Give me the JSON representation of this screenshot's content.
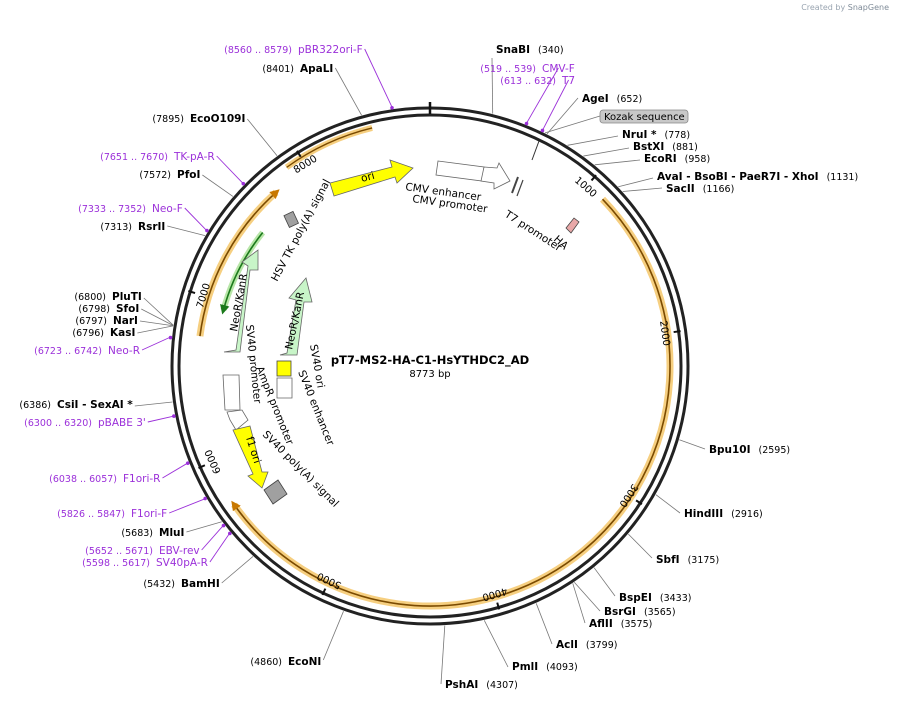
{
  "credit": {
    "prefix": "Created by",
    "brand": "SnapGene"
  },
  "plasmid": {
    "name": "pT7-MS2-HA-C1-HsYTHDC2_AD",
    "length_label": "8773 bp",
    "total_bp": 8773
  },
  "ruler_ticks": [
    "1000",
    "2000",
    "3000",
    "4000",
    "5000",
    "6000",
    "7000",
    "8000"
  ],
  "enzymes": [
    {
      "name": "SnaBI",
      "pos": "(340)"
    },
    {
      "name": "AgeI",
      "pos": "(652)"
    },
    {
      "name": "NruI *",
      "pos": "(778)"
    },
    {
      "name": "BstXI",
      "pos": "(881)"
    },
    {
      "name": "EcoRI",
      "pos": "(958)"
    },
    {
      "name": "AvaI - BsoBI - PaeR7I - XhoI",
      "pos": "(1131)"
    },
    {
      "name": "SacII",
      "pos": "(1166)"
    },
    {
      "name": "Bpu10I",
      "pos": "(2595)"
    },
    {
      "name": "HindIII",
      "pos": "(2916)"
    },
    {
      "name": "SbfI",
      "pos": "(3175)"
    },
    {
      "name": "BspEI",
      "pos": "(3433)"
    },
    {
      "name": "BsrGI",
      "pos": "(3565)"
    },
    {
      "name": "AflII",
      "pos": "(3575)"
    },
    {
      "name": "AclI",
      "pos": "(3799)"
    },
    {
      "name": "PmlI",
      "pos": "(4093)"
    },
    {
      "name": "PshAI",
      "pos": "(4307)"
    },
    {
      "name": "EcoNI",
      "pos": "(4860)"
    },
    {
      "name": "BamHI",
      "pos": "(5432)"
    },
    {
      "name": "MluI",
      "pos": "(5683)"
    },
    {
      "name": "CsiI - SexAI *",
      "pos": "(6386)"
    },
    {
      "name": "KasI",
      "pos": "(6796)"
    },
    {
      "name": "NarI",
      "pos": "(6797)"
    },
    {
      "name": "SfoI",
      "pos": "(6798)"
    },
    {
      "name": "PluTI",
      "pos": "(6800)"
    },
    {
      "name": "RsrII",
      "pos": "(7313)"
    },
    {
      "name": "PfoI",
      "pos": "(7572)"
    },
    {
      "name": "EcoO109I",
      "pos": "(7895)"
    },
    {
      "name": "ApaLI",
      "pos": "(8401)"
    }
  ],
  "primers": [
    {
      "name": "pBR322ori-F",
      "range": "(8560 .. 8579)"
    },
    {
      "name": "CMV-F",
      "range": "(519 .. 539)"
    },
    {
      "name": "T7",
      "range": "(613 .. 632)"
    },
    {
      "name": "TK-pA-R",
      "range": "(7651 .. 7670)"
    },
    {
      "name": "Neo-F",
      "range": "(7333 .. 7352)"
    },
    {
      "name": "Neo-R",
      "range": "(6723 .. 6742)"
    },
    {
      "name": "pBABE 3'",
      "range": "(6300 .. 6320)"
    },
    {
      "name": "F1ori-R",
      "range": "(6038 .. 6057)"
    },
    {
      "name": "F1ori-F",
      "range": "(5826 .. 5847)"
    },
    {
      "name": "EBV-rev",
      "range": "(5652 .. 5671)"
    },
    {
      "name": "SV40pA-R",
      "range": "(5598 .. 5617)"
    }
  ],
  "kozak_label": "Kozak sequence",
  "features": {
    "ori": "ori",
    "cmv_enhancer": "CMV enhancer",
    "cmv_promoter": "CMV promoter",
    "t7_promoter": "T7 promoter",
    "ha": "HA",
    "hsv_tk": "HSV TK poly(A) signal",
    "neo1": "NeoR/KanR",
    "neo2": "NeoR/KanR",
    "sv40_ori": "SV40 ori",
    "sv40_enh": "SV40 enhancer",
    "sv40_promoter": "SV40 promoter",
    "ampr_promoter": "AmpR promoter",
    "f1_ori": "f1 ori",
    "sv40_polya": "SV40 poly(A) signal"
  },
  "colors": {
    "enzyme": "#000000",
    "primer": "#9b30d9",
    "ori": "#ffff00",
    "neo": "#c8f5c8",
    "orange": "#f0a500",
    "backbone": "#222222",
    "kozak": "#c8c8c8"
  }
}
